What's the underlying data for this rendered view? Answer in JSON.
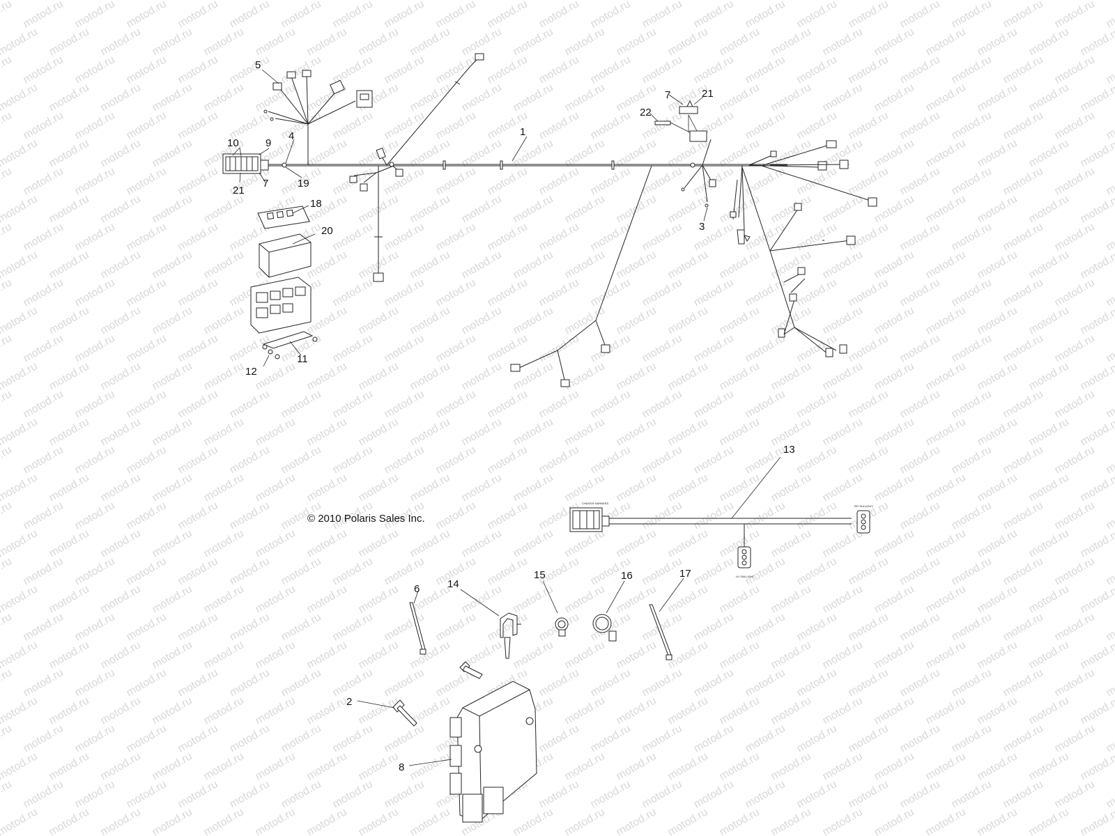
{
  "watermark": "motod.ru",
  "copyright": "© 2010 Polaris Sales Inc.",
  "small_labels": {
    "chassis_harness": "CHASSIS HARNESS",
    "rh_taillight": "RH TAILLIGHT",
    "lh_taillight": "LH TAILLIGHT"
  },
  "callouts": {
    "c1": "1",
    "c2": "2",
    "c3": "3",
    "c4": "4",
    "c5": "5",
    "c6": "6",
    "c7a": "7",
    "c7b": "7",
    "c8": "8",
    "c9": "9",
    "c10": "10",
    "c11": "11",
    "c12": "12",
    "c13": "13",
    "c14": "14",
    "c15": "15",
    "c16": "16",
    "c17": "17",
    "c18": "18",
    "c19": "19",
    "c20": "20",
    "c21a": "21",
    "c21b": "21",
    "c22": "22"
  }
}
